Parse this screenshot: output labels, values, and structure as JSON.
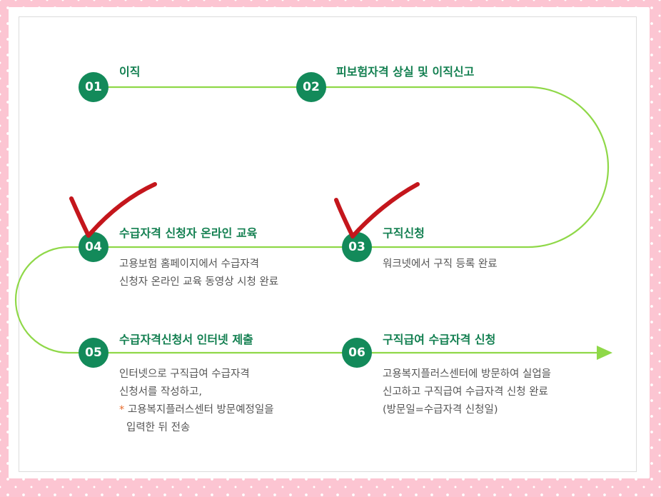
{
  "steps": [
    {
      "num": "01",
      "title": "이직",
      "desc": []
    },
    {
      "num": "02",
      "title": "피보험자격 상실 및 이직신고",
      "desc": []
    },
    {
      "num": "03",
      "title": "구직신청",
      "desc": [
        "워크넷에서 구직 등록 완료"
      ]
    },
    {
      "num": "04",
      "title": "수급자격 신청자 온라인 교육",
      "desc": [
        "고용보험 홈페이지에서 수급자격",
        "신청자 온라인 교육 동영상 시청 완료"
      ]
    },
    {
      "num": "05",
      "title": "수급자격신청서 인터넷 제출",
      "desc": [
        "인터넷으로 구직급여 수급자격",
        "신청서를 작성하고,"
      ],
      "note_mark": "*",
      "note": [
        "고용복지플러스센터 방문예정일을",
        "입력한 뒤 전송"
      ]
    },
    {
      "num": "06",
      "title": "구직급여 수급자격 신청",
      "desc": [
        "고용복지플러스센터에 방문하여 실업을",
        "신고하고 구직급여 수급자격 신청 완료",
        "(방문일=수급자격 신청일)"
      ]
    }
  ],
  "colors": {
    "path_line": "#8fd848",
    "step_circle": "#138a5a",
    "title_text": "#127f50",
    "check_mark": "#c4161c",
    "background": "#fcc5d2"
  },
  "icons": {
    "check_step_04": "checkmark-icon",
    "check_step_03": "checkmark-icon",
    "arrow_end": "arrow-right-icon"
  }
}
